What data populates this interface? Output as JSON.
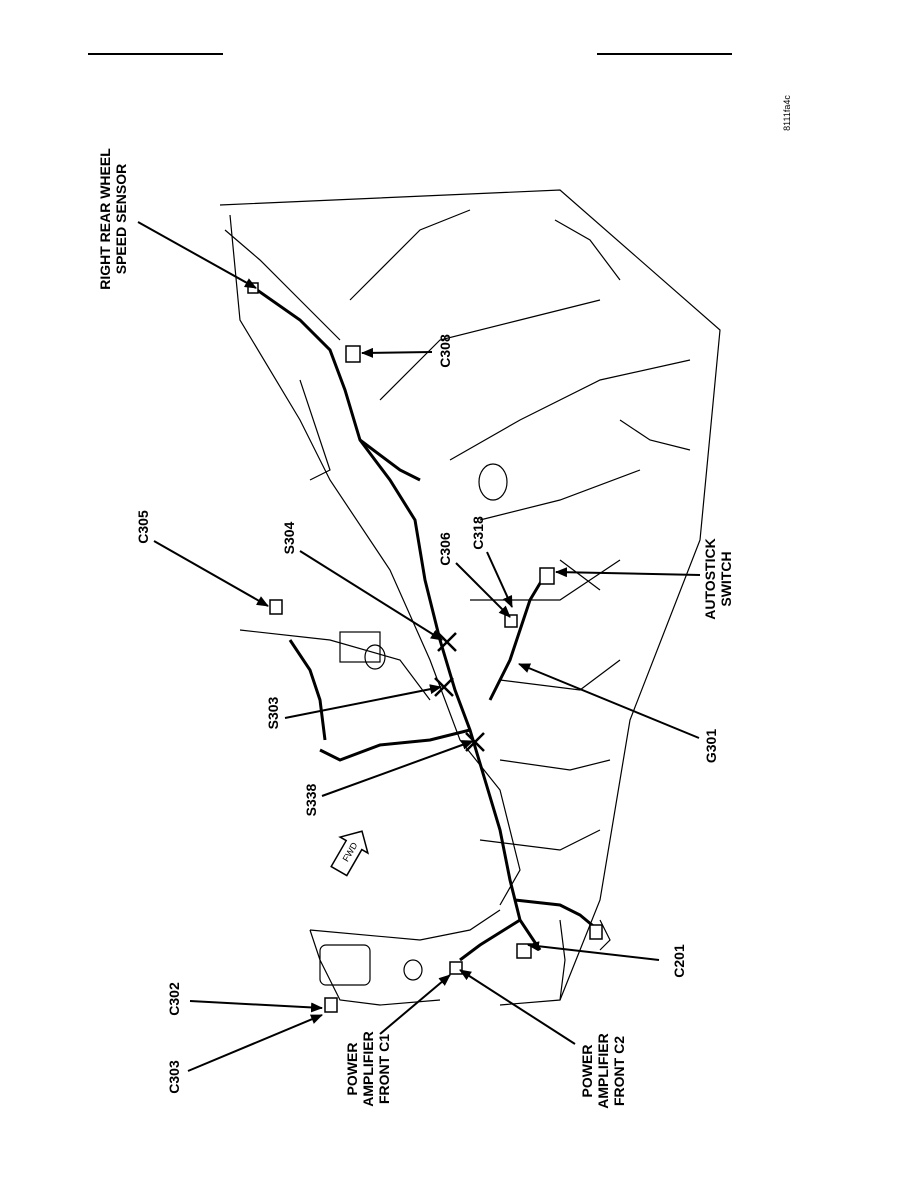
{
  "figure_id": "8111fa4c",
  "callouts": {
    "right_rear_wheel_speed_sensor": [
      "RIGHT REAR WHEEL",
      "SPEED SENSOR"
    ],
    "c308": "C308",
    "c305": "C305",
    "s304": "S304",
    "c306": "C306",
    "c318": "C318",
    "autostick_switch": [
      "AUTOSTICK",
      "SWITCH"
    ],
    "s303": "S303",
    "g301": "G301",
    "s338": "S338",
    "fwd": "FWD",
    "c302": "C302",
    "c303": "C303",
    "c201": "C201",
    "power_amplifier_front_c1": [
      "POWER",
      "AMPLIFIER",
      "FRONT C1"
    ],
    "power_amplifier_front_c2": [
      "POWER",
      "AMPLIFIER",
      "FRONT C2"
    ]
  }
}
